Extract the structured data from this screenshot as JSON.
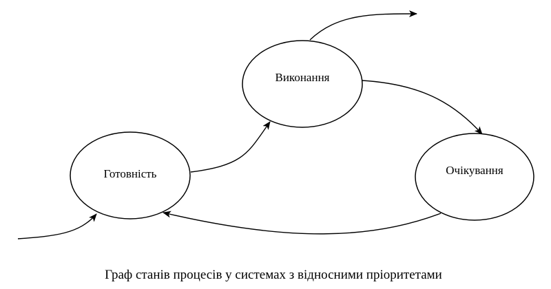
{
  "diagram": {
    "states": {
      "ready": "Готовність",
      "running": "Виконання",
      "waiting": "Очікування"
    },
    "caption": "Граф станів процесів у системах з відносними пріоритетами",
    "stroke_color": "#000000",
    "fill_color": "#ffffff"
  }
}
